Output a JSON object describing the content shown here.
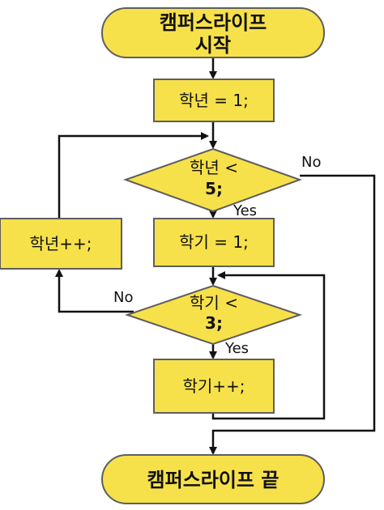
{
  "colors": {
    "fill": "#F7E14A",
    "stroke": "#5E5E5E",
    "line": "#111111"
  },
  "nodes": {
    "start": [
      "캠퍼스라이프",
      "시작"
    ],
    "init_grade": "학년 = 1;",
    "cond_grade": [
      "학년 <",
      "5;"
    ],
    "init_term": "학기 = 1;",
    "cond_term": [
      "학기 <",
      "3;"
    ],
    "inc_term": "학기++;",
    "inc_grade": "학년++;",
    "end": "캠퍼스라이프 끝"
  },
  "edges": {
    "grade_yes": "Yes",
    "grade_no": "No",
    "term_yes": "Yes",
    "term_no": "No"
  }
}
